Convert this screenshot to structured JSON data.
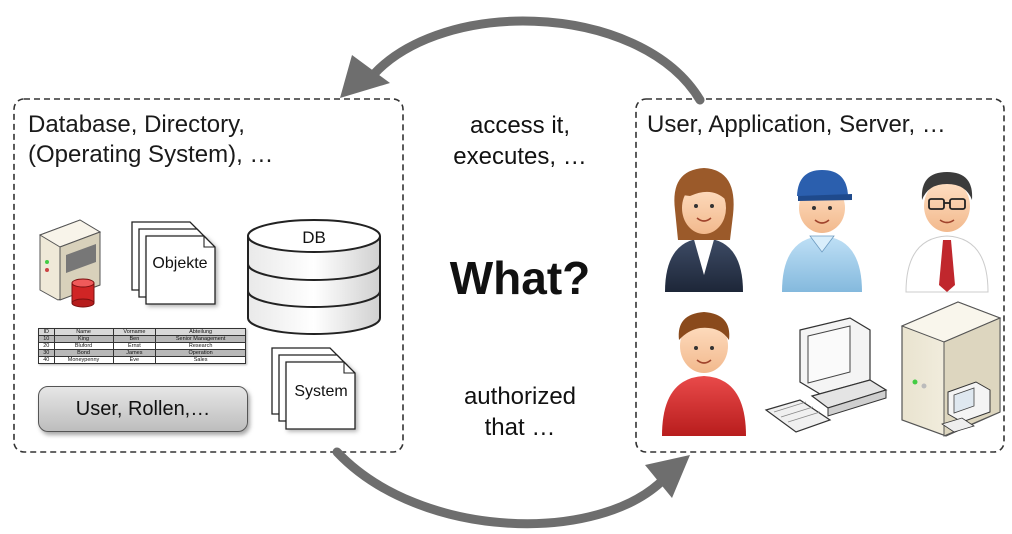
{
  "left_panel": {
    "title_line1": "Database, Directory,",
    "title_line2": "(Operating System), …",
    "objekte_label": "Objekte",
    "db_label": "DB",
    "system_label": "System",
    "rollen_label": "User, Rollen,…",
    "table": {
      "headers": [
        "ID",
        "Name",
        "Vorname",
        "Abteilung"
      ],
      "rows": [
        [
          "10",
          "King",
          "Ben",
          "Senior Management"
        ],
        [
          "20",
          "Bluford",
          "Ernst",
          "Research"
        ],
        [
          "30",
          "Bond",
          "James",
          "Operation"
        ],
        [
          "40",
          "Moneypenny",
          "Eve",
          "Sales"
        ]
      ]
    }
  },
  "middle": {
    "top_line1": "access it,",
    "top_line2": "executes, …",
    "center": "What?",
    "bottom_line1": "authorized",
    "bottom_line2": "that …"
  },
  "right_panel": {
    "title": "User, Application, Server, …",
    "icons": [
      "woman-user-icon",
      "worker-user-icon",
      "businessman-user-icon",
      "man-user-icon",
      "desktop-computer-icon",
      "server-tower-icon"
    ]
  },
  "colors": {
    "arrow": "#6e6e6e",
    "border": "#333333"
  }
}
